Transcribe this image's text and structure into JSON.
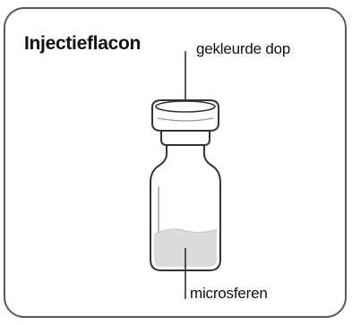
{
  "diagram": {
    "title": "Injectieflacon",
    "labels": {
      "cap": "gekleurde dop",
      "content": "microsferen"
    }
  },
  "colors": {
    "outline": "#333333",
    "frame": "#5a5a5a",
    "powder": "#dcdcdc",
    "glass": "#ffffff"
  }
}
